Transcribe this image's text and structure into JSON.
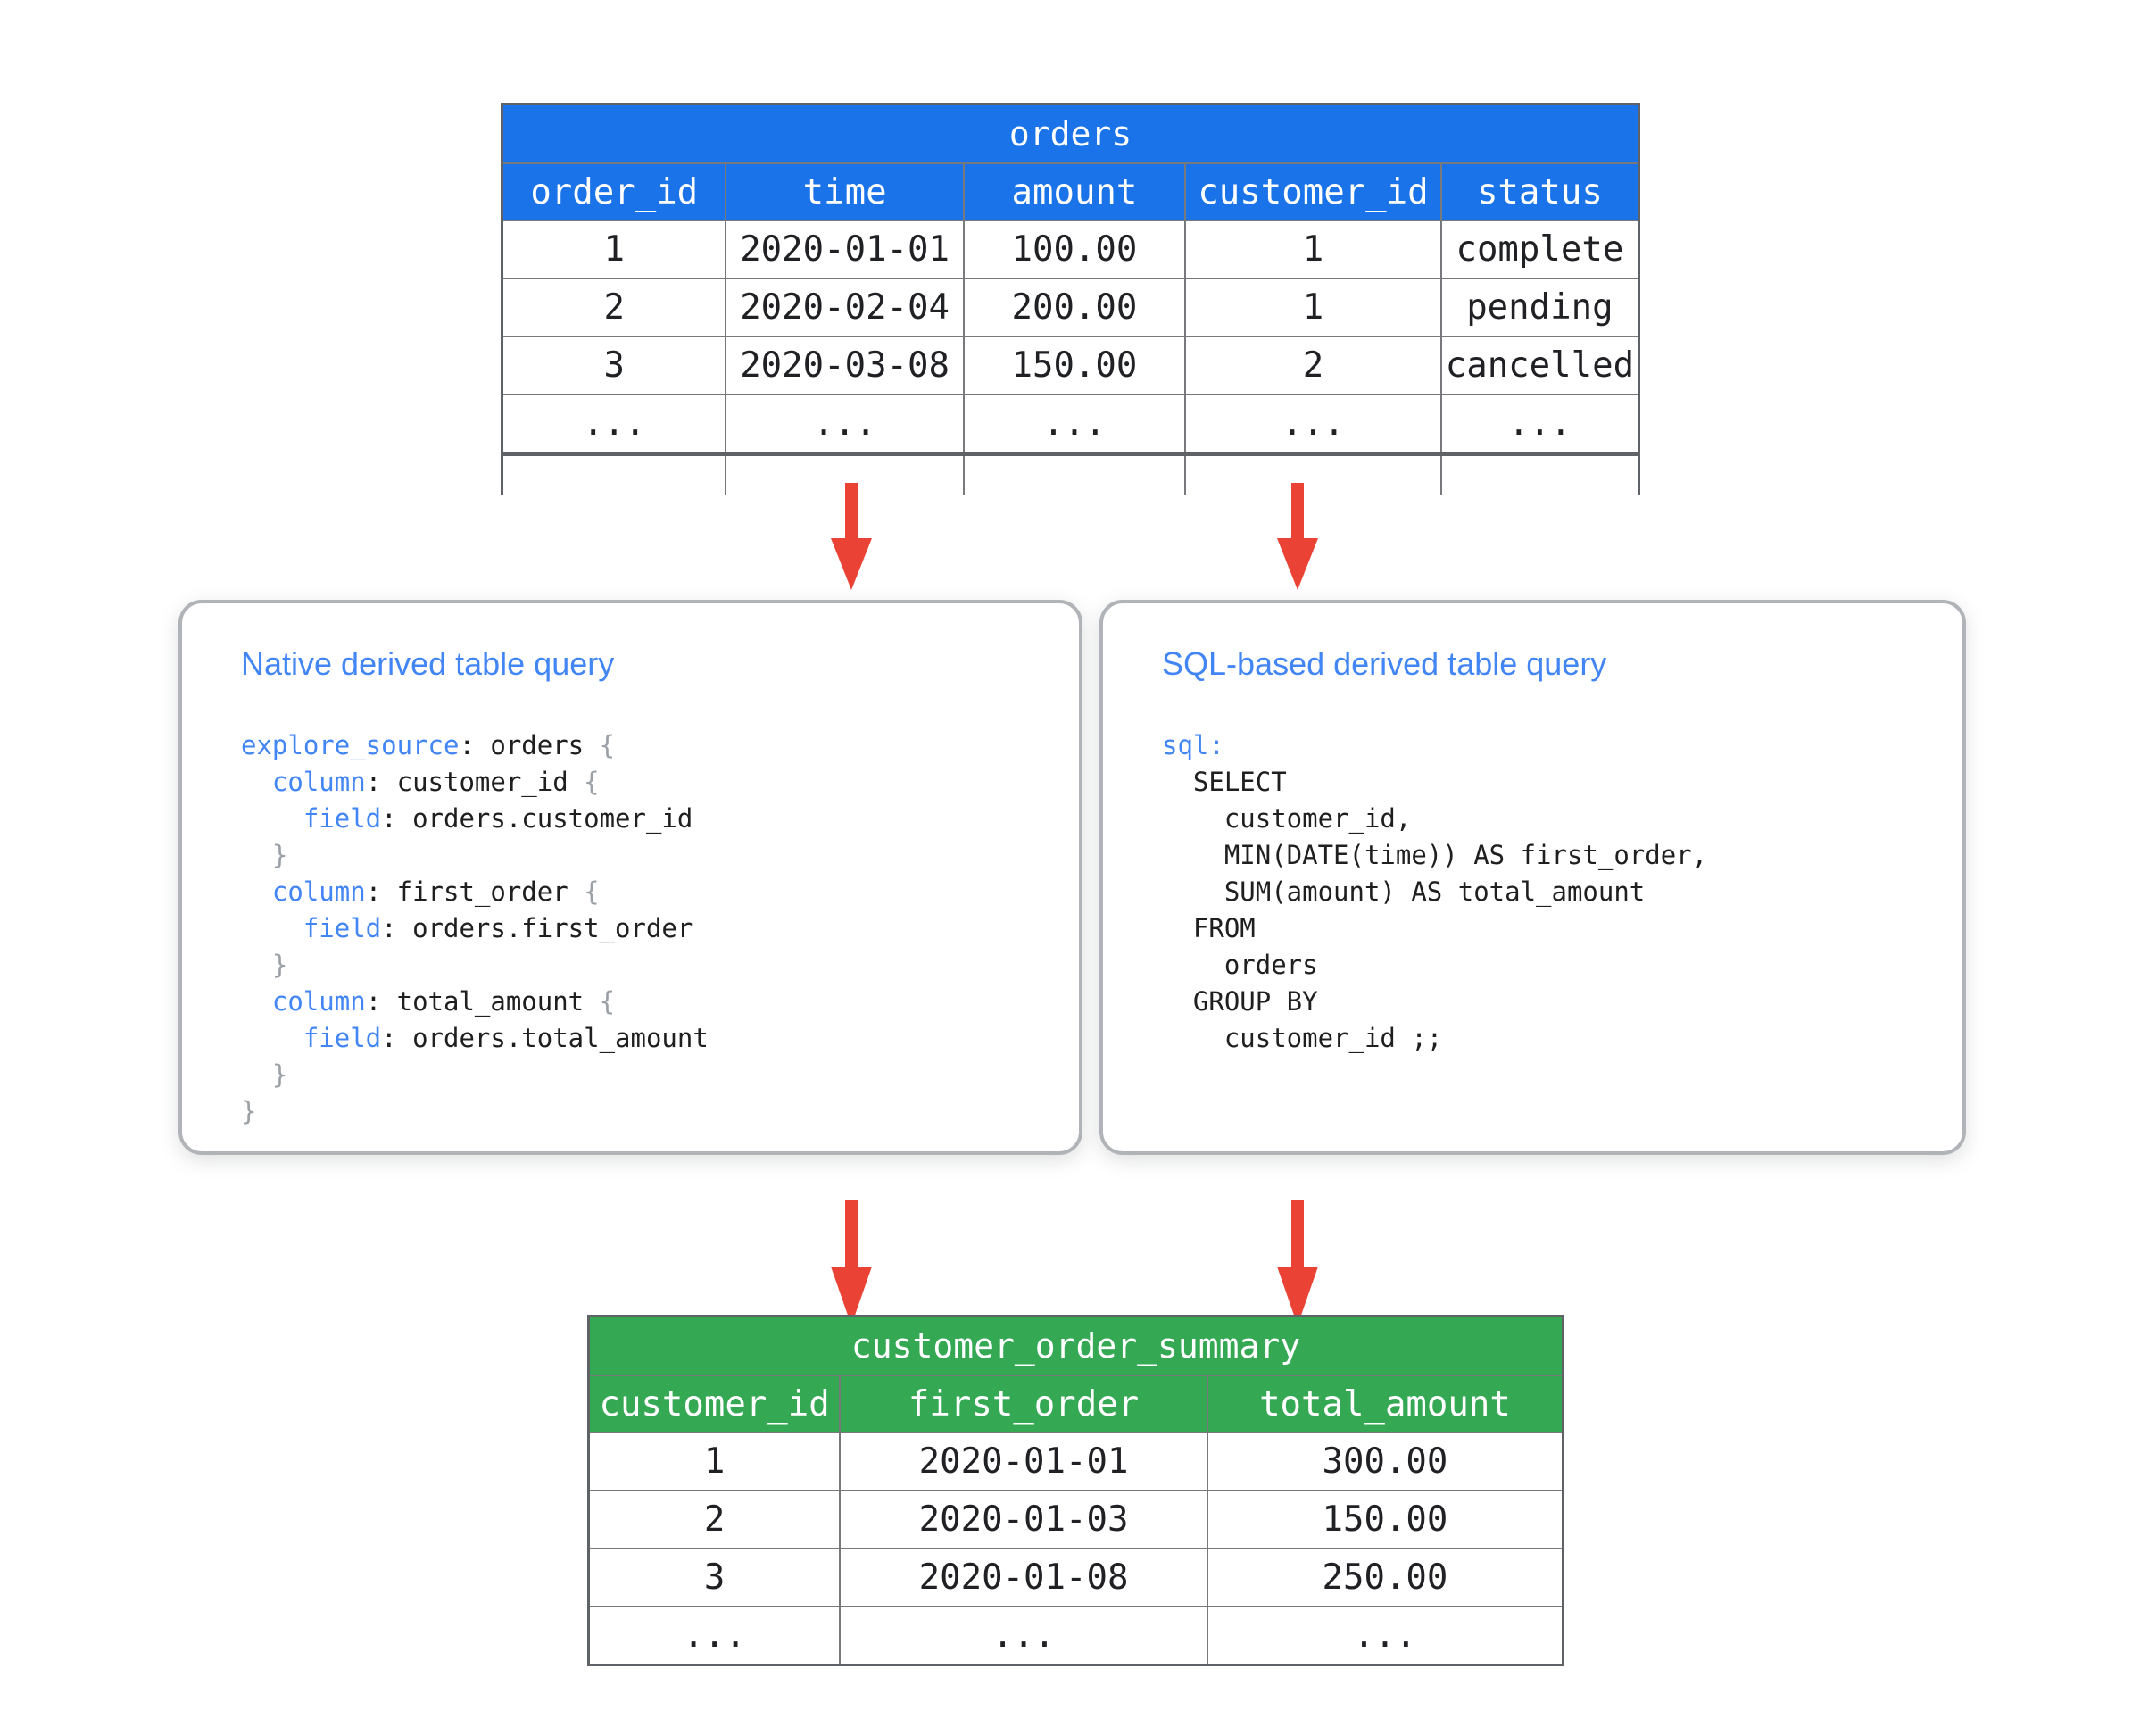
{
  "colors": {
    "orders_header_bg": "#1a73e8",
    "summary_header_bg": "#34a853",
    "arrow": "#ea4335",
    "keyword_blue": "#4285f4",
    "box_border": "#b0b3b7"
  },
  "orders_table": {
    "title": "orders",
    "headers": [
      "order_id",
      "time",
      "amount",
      "customer_id",
      "status"
    ],
    "rows": [
      [
        "1",
        "2020-01-01",
        "100.00",
        "1",
        "complete"
      ],
      [
        "2",
        "2020-02-04",
        "200.00",
        "1",
        "pending"
      ],
      [
        "3",
        "2020-03-08",
        "150.00",
        "2",
        "cancelled"
      ],
      [
        "...",
        "...",
        "...",
        "...",
        "..."
      ]
    ]
  },
  "left_box": {
    "title": "Native derived table query",
    "code": [
      {
        "k": "explore_source",
        "p": ": ",
        "v": "orders ",
        "b": "{"
      },
      {
        "i": "  ",
        "k": "column",
        "p": ": ",
        "v": "customer_id ",
        "b": "{"
      },
      {
        "i": "    ",
        "k": "field",
        "p": ": ",
        "v": "orders.customer_id"
      },
      {
        "i": "  ",
        "b": "}"
      },
      {
        "i": "  ",
        "k": "column",
        "p": ": ",
        "v": "first_order ",
        "b": "{"
      },
      {
        "i": "    ",
        "k": "field",
        "p": ": ",
        "v": "orders.first_order"
      },
      {
        "i": "  ",
        "b": "}"
      },
      {
        "i": "  ",
        "k": "column",
        "p": ": ",
        "v": "total_amount ",
        "b": "{"
      },
      {
        "i": "    ",
        "k": "field",
        "p": ": ",
        "v": "orders.total_amount"
      },
      {
        "i": "  ",
        "b": "}"
      },
      {
        "b": "}"
      }
    ]
  },
  "right_box": {
    "title": "SQL-based derived table query",
    "code": [
      {
        "k": "sql:"
      },
      {
        "v": "  SELECT"
      },
      {
        "v": "    customer_id,"
      },
      {
        "v": "    MIN(DATE(time)) AS first_order,"
      },
      {
        "v": "    SUM(amount) AS total_amount"
      },
      {
        "v": "  FROM"
      },
      {
        "v": "    orders"
      },
      {
        "v": "  GROUP BY"
      },
      {
        "v": "    customer_id ;;"
      }
    ]
  },
  "summary_table": {
    "title": "customer_order_summary",
    "headers": [
      "customer_id",
      "first_order",
      "total_amount"
    ],
    "rows": [
      [
        "1",
        "2020-01-01",
        "300.00"
      ],
      [
        "2",
        "2020-01-03",
        "150.00"
      ],
      [
        "3",
        "2020-01-08",
        "250.00"
      ],
      [
        "...",
        "...",
        "..."
      ]
    ]
  }
}
